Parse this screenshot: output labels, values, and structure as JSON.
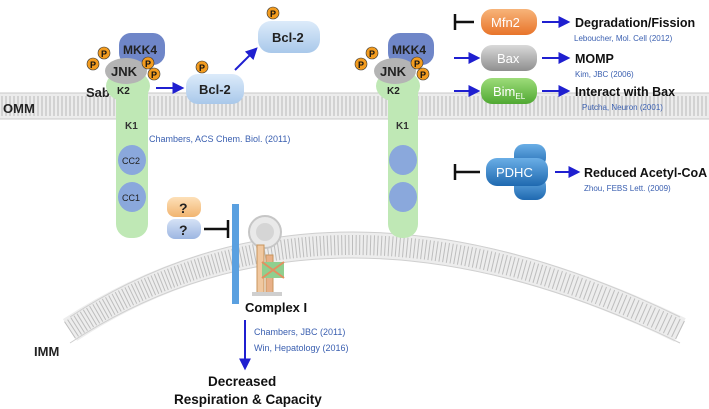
{
  "labels": {
    "sab": "Sab",
    "omm": "OMM",
    "imm": "IMM",
    "complex_i": "Complex I",
    "outcome_line1": "Decreased",
    "outcome_line2": "Respiration & Capacity",
    "question": "?"
  },
  "proteins": {
    "mkk4": "MKK4",
    "jnk": "JNK",
    "k2": "K2",
    "k1": "K1",
    "cc2": "CC2",
    "cc1": "CC1",
    "bcl2": "Bcl-2",
    "phospho": "P",
    "mfn2": "Mfn2",
    "bax": "Bax",
    "bim": "Bim",
    "bim_sub": "EL",
    "pdhc": "PDHC"
  },
  "effects": [
    {
      "target": "Mfn2",
      "outcome": "Degradation/Fission",
      "citation": "Leboucher, Mol. Cell (2012)"
    },
    {
      "target": "Bax",
      "outcome": "MOMP",
      "citation": "Kim, JBC (2006)"
    },
    {
      "target": "Bim",
      "outcome": "Interact with Bax",
      "citation": "Putcha, Neuron (2001)"
    },
    {
      "target": "PDHC",
      "outcome": "Reduced Acetyl-CoA",
      "citation": "Zhou, FEBS Lett. (2009)"
    }
  ],
  "citations": {
    "sab": "Chambers, ACS Chem. Biol. (2011)",
    "complex1_a": "Chambers, JBC (2011)",
    "complex1_b": "Win, Hepatology (2016)"
  },
  "colors": {
    "sab_green": "#bfe8b5",
    "cc_blue": "#8aa8dc",
    "mkk4": "#6f86c8",
    "jnk": "#b4b4b4",
    "bcl2": "#bcd6f0",
    "phospho": "#f39c1f",
    "mfn2": "#f08a3a",
    "bax": "#a8a8a8",
    "bim": "#6cc04a",
    "pdhc": "#2f7fc4",
    "arrow": "#1f1fd0",
    "citation": "#3a5fb0"
  }
}
